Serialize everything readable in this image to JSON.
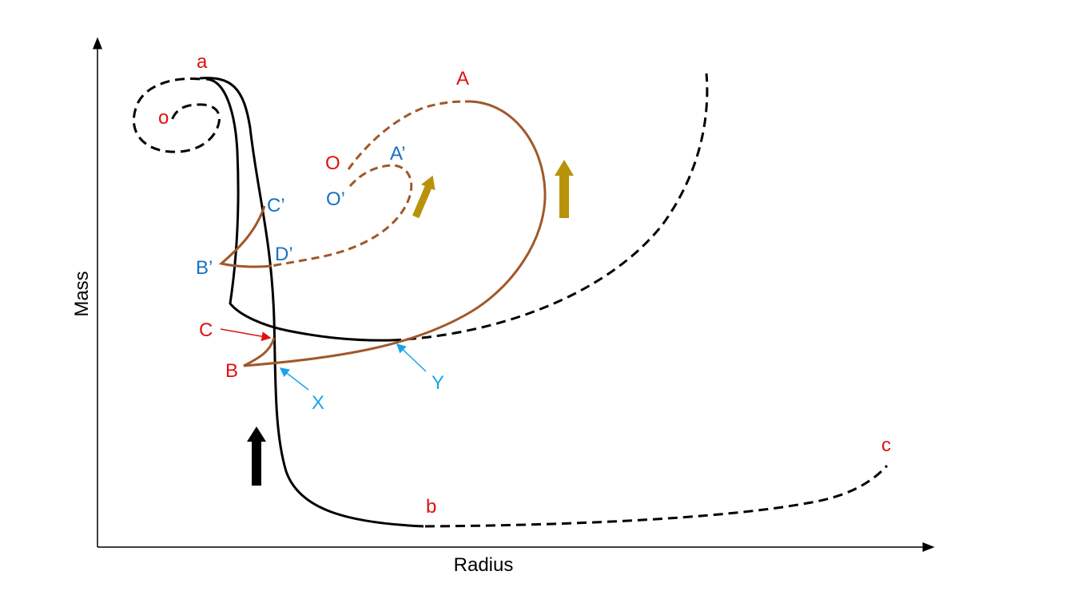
{
  "axes": {
    "x_label": "Radius",
    "y_label": "Mass"
  },
  "colors": {
    "black_curve": "#000000",
    "brown_curve": "#a0582a",
    "red_label": "#e01010",
    "blue_label": "#1a6fc0",
    "cyan_label": "#1aa3e8",
    "olive_arrow": "#b8920a"
  },
  "labels": {
    "o": "o",
    "a": "a",
    "b": "b",
    "c": "c",
    "A": "A",
    "O": "O",
    "B": "B",
    "C": "C",
    "A_prime": "A’",
    "O_prime": "O’",
    "B_prime": "B’",
    "C_prime": "C’",
    "D_prime": "D’",
    "X": "X",
    "Y": "Y"
  }
}
